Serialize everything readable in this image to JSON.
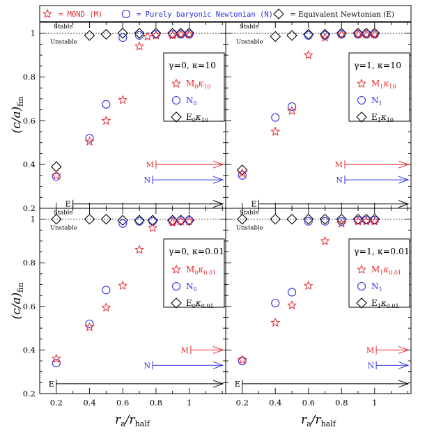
{
  "legend_top": [
    {
      "marker": "star",
      "label": "= MOND (M)",
      "color": "#e8262b"
    },
    {
      "marker": "circle",
      "label": "= Purely baryonic Newtonian (N)",
      "color": "#2d2fe0"
    },
    {
      "marker": "diamond",
      "label": "= Equivalent Newtonian (E)",
      "color": "#000000"
    }
  ],
  "axes": {
    "ylabel": "(c/a)",
    "ylabel_sub": "fin",
    "xlabel": "r",
    "xlabel_sub_a": "a",
    "xlabel_mid": "/r",
    "xlabel_sub_half": "half",
    "xticks": [
      "0.2",
      "0.4",
      "0.6",
      "0.8",
      "1"
    ],
    "yticks": [
      "0.2",
      "0.4",
      "0.6",
      "0.8",
      "1"
    ],
    "xlim": [
      0.1,
      1.22
    ],
    "ylim": [
      0.2,
      1.05
    ],
    "stable": "Stable",
    "unstable": "Unstable",
    "stable_line_y": 1.0
  },
  "colors": {
    "mond": "#e8262b",
    "newton": "#2d2fe0",
    "equiv": "#000000"
  },
  "chart_data": [
    {
      "type": "scatter",
      "panel": "top-left",
      "annotation": "γ=0, κ=10",
      "legend": [
        {
          "marker": "star",
          "base": "M",
          "sub1": "0",
          "kappa": "κ",
          "sub2": "10",
          "color": "#e8262b"
        },
        {
          "marker": "circle",
          "base": "N",
          "sub1": "0",
          "kappa": "",
          "sub2": "",
          "color": "#2d2fe0"
        },
        {
          "marker": "diamond",
          "base": "E",
          "sub1": "0",
          "kappa": "κ",
          "sub2": "10",
          "color": "#000000"
        }
      ],
      "series": [
        {
          "name": "M",
          "x": [
            0.2,
            0.4,
            0.5,
            0.6,
            0.7,
            0.75,
            0.8,
            0.9,
            0.95,
            1.0
          ],
          "y": [
            0.35,
            0.505,
            0.6,
            0.695,
            0.94,
            0.985,
            0.99,
            0.99,
            0.995,
            0.995
          ]
        },
        {
          "name": "N",
          "x": [
            0.2,
            0.4,
            0.5,
            0.6,
            0.7,
            0.8,
            0.9,
            0.95,
            1.0
          ],
          "y": [
            0.345,
            0.52,
            0.675,
            0.98,
            0.99,
            0.995,
            0.995,
            0.995,
            0.995
          ]
        },
        {
          "name": "E",
          "x": [
            0.2,
            0.4,
            0.5,
            0.6,
            0.7,
            0.8,
            0.9,
            0.95,
            1.0
          ],
          "y": [
            0.39,
            0.99,
            0.995,
            1.0,
            1.0,
            1.0,
            1.0,
            1.0,
            1.0
          ]
        }
      ],
      "arrows": [
        {
          "label": "M",
          "color": "#e8262b",
          "start": 0.8,
          "y": 0.4
        },
        {
          "label": "N",
          "color": "#2d2fe0",
          "start": 0.78,
          "y": 0.33
        },
        {
          "label": "E",
          "color": "#000000",
          "start": 0.3,
          "y": 0.22
        }
      ]
    },
    {
      "type": "scatter",
      "panel": "top-right",
      "annotation": "γ=1, κ=10",
      "legend": [
        {
          "marker": "star",
          "base": "M",
          "sub1": "1",
          "kappa": "κ",
          "sub2": "10",
          "color": "#e8262b"
        },
        {
          "marker": "circle",
          "base": "N",
          "sub1": "1",
          "kappa": "",
          "sub2": "",
          "color": "#2d2fe0"
        },
        {
          "marker": "diamond",
          "base": "E",
          "sub1": "1",
          "kappa": "κ",
          "sub2": "10",
          "color": "#000000"
        }
      ],
      "series": [
        {
          "name": "M",
          "x": [
            0.2,
            0.4,
            0.5,
            0.6,
            0.7,
            0.8,
            0.9,
            0.95,
            1.0
          ],
          "y": [
            0.36,
            0.55,
            0.645,
            0.9,
            0.98,
            0.995,
            0.995,
            0.995,
            0.995
          ]
        },
        {
          "name": "N",
          "x": [
            0.2,
            0.4,
            0.5,
            0.6,
            0.7,
            0.8,
            0.9,
            0.95,
            1.0
          ],
          "y": [
            0.35,
            0.615,
            0.665,
            0.99,
            0.99,
            0.995,
            0.995,
            0.995,
            0.995
          ]
        },
        {
          "name": "E",
          "x": [
            0.2,
            0.4,
            0.5,
            0.6,
            0.7,
            0.8,
            0.9,
            0.95,
            1.0
          ],
          "y": [
            0.375,
            0.985,
            0.99,
            0.995,
            0.995,
            1.0,
            1.0,
            1.0,
            1.0
          ]
        }
      ],
      "arrows": [
        {
          "label": "M",
          "color": "#e8262b",
          "start": 0.82,
          "y": 0.4
        },
        {
          "label": "N",
          "color": "#2d2fe0",
          "start": 0.82,
          "y": 0.33
        },
        {
          "label": "E",
          "color": "#000000",
          "start": 0.3,
          "y": 0.22
        }
      ]
    },
    {
      "type": "scatter",
      "panel": "bottom-left",
      "annotation": "γ=0, κ=0.01",
      "legend": [
        {
          "marker": "star",
          "base": "M",
          "sub1": "0",
          "kappa": "κ",
          "sub2": "0.01",
          "color": "#e8262b"
        },
        {
          "marker": "circle",
          "base": "N",
          "sub1": "0",
          "kappa": "",
          "sub2": "",
          "color": "#2d2fe0"
        },
        {
          "marker": "diamond",
          "base": "E",
          "sub1": "0",
          "kappa": "κ",
          "sub2": "0.01",
          "color": "#000000"
        }
      ],
      "series": [
        {
          "name": "M",
          "x": [
            0.2,
            0.4,
            0.5,
            0.6,
            0.7,
            0.78,
            0.9,
            0.95,
            1.0
          ],
          "y": [
            0.36,
            0.505,
            0.595,
            0.695,
            0.86,
            0.96,
            0.985,
            0.99,
            0.99
          ]
        },
        {
          "name": "N",
          "x": [
            0.2,
            0.4,
            0.5,
            0.6,
            0.7,
            0.78,
            0.9,
            0.95,
            1.0
          ],
          "y": [
            0.34,
            0.52,
            0.675,
            0.98,
            0.99,
            0.99,
            0.99,
            0.995,
            0.995
          ]
        },
        {
          "name": "E",
          "x": [
            0.2,
            0.4,
            0.5,
            0.6,
            0.7,
            0.78,
            0.9,
            0.95,
            1.0
          ],
          "y": [
            1.0,
            1.0,
            1.0,
            0.995,
            0.995,
            0.995,
            0.995,
            0.995,
            0.995
          ]
        }
      ],
      "arrows": [
        {
          "label": "M",
          "color": "#e8262b",
          "start": 1.01,
          "y": 0.4
        },
        {
          "label": "N",
          "color": "#2d2fe0",
          "start": 0.78,
          "y": 0.33
        },
        {
          "label": "E",
          "color": "#000000",
          "start": 0.2,
          "y": 0.245
        }
      ]
    },
    {
      "type": "scatter",
      "panel": "bottom-right",
      "annotation": "γ=1, κ=0.01",
      "legend": [
        {
          "marker": "star",
          "base": "M",
          "sub1": "1",
          "kappa": "κ",
          "sub2": "0.01",
          "color": "#e8262b"
        },
        {
          "marker": "circle",
          "base": "N",
          "sub1": "1",
          "kappa": "",
          "sub2": "",
          "color": "#2d2fe0"
        },
        {
          "marker": "diamond",
          "base": "E",
          "sub1": "1",
          "kappa": "κ",
          "sub2": "0.01",
          "color": "#000000"
        }
      ],
      "series": [
        {
          "name": "M",
          "x": [
            0.2,
            0.4,
            0.5,
            0.6,
            0.7,
            0.8,
            0.9,
            0.95,
            1.0
          ],
          "y": [
            0.355,
            0.525,
            0.605,
            0.695,
            0.9,
            0.98,
            0.99,
            0.99,
            0.99
          ]
        },
        {
          "name": "N",
          "x": [
            0.2,
            0.4,
            0.5,
            0.6,
            0.7,
            0.8,
            0.9,
            0.95,
            1.0
          ],
          "y": [
            0.35,
            0.615,
            0.665,
            0.99,
            0.99,
            0.99,
            0.995,
            0.995,
            0.995
          ]
        },
        {
          "name": "E",
          "x": [
            0.2,
            0.4,
            0.5,
            0.6,
            0.7,
            0.8,
            0.9,
            0.95,
            1.0
          ],
          "y": [
            1.0,
            1.0,
            1.0,
            1.0,
            1.0,
            1.0,
            1.0,
            1.0,
            1.0
          ]
        }
      ],
      "arrows": [
        {
          "label": "M",
          "color": "#e8262b",
          "start": 1.01,
          "y": 0.4
        },
        {
          "label": "N",
          "color": "#2d2fe0",
          "start": 1.01,
          "y": 0.33
        },
        {
          "label": "E",
          "color": "#000000",
          "start": 0.2,
          "y": 0.245
        }
      ]
    }
  ]
}
